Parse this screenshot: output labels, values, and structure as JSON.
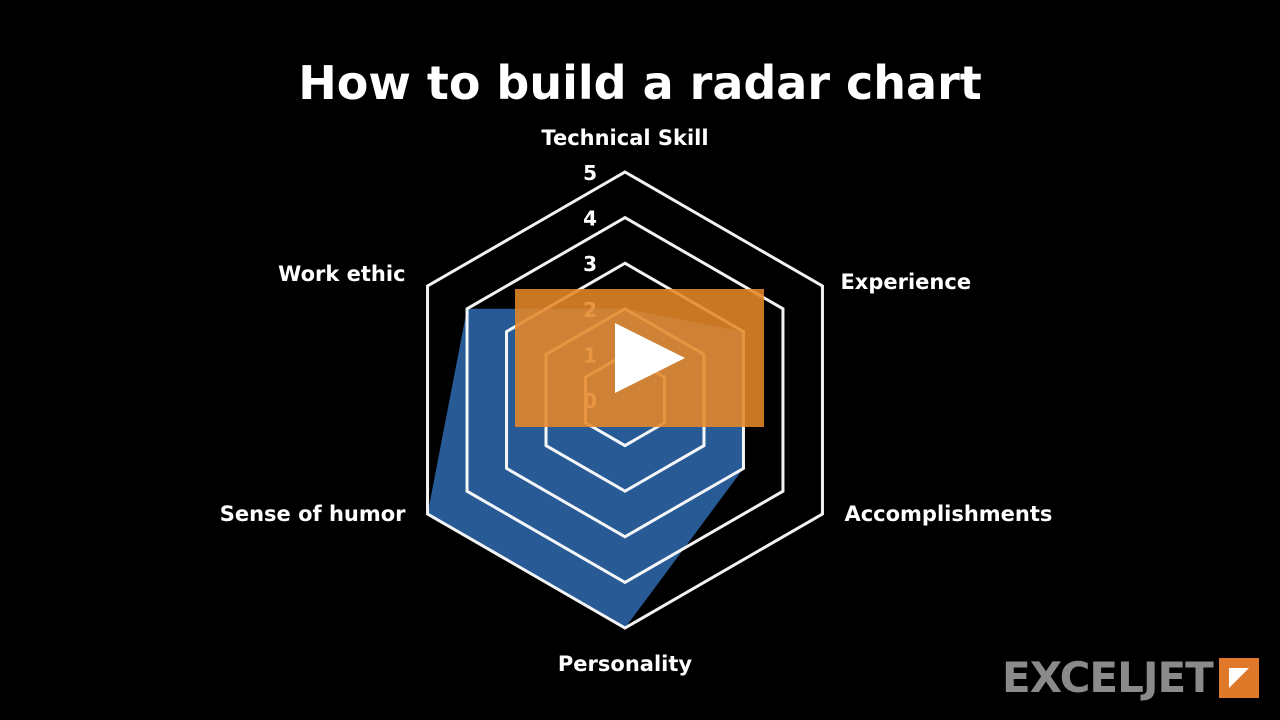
{
  "page": {
    "title": "How to build a radar chart"
  },
  "chart_data": {
    "type": "radar",
    "axes": [
      "Technical Skill",
      "Experience",
      "Accomplishments",
      "Personality",
      "Sense of humor",
      "Work ethic"
    ],
    "tick_labels": [
      "0",
      "1",
      "2",
      "3",
      "4",
      "5"
    ],
    "rlim": [
      0,
      5
    ],
    "grid": true,
    "series": [
      {
        "values": [
          2,
          3,
          3,
          5,
          5,
          4
        ]
      }
    ],
    "colors": {
      "fill": "#2f6bb0",
      "grid": "#ffffff",
      "background": "#000000"
    }
  },
  "video": {
    "overlay_color": "#e6872a",
    "play_icon": "play-icon"
  },
  "brand": {
    "logo_text": "EXCELJET",
    "logo_mark_color": "#e0782a"
  }
}
